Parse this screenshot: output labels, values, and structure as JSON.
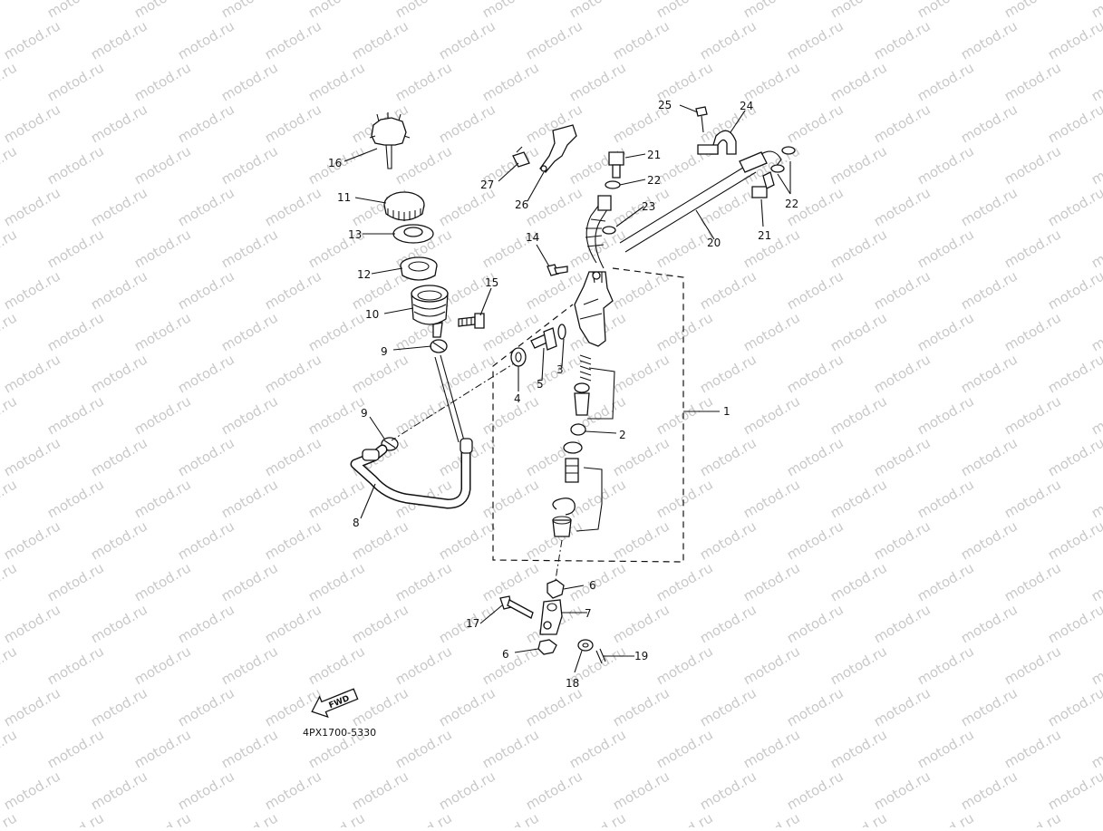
{
  "watermark": {
    "text": "motod.ru"
  },
  "diagram": {
    "code": "4PX1700-5330",
    "fwd_label": "FWD",
    "labels": {
      "p1": "1",
      "p2": "2",
      "p3": "3",
      "p4": "4",
      "p5": "5",
      "p6a": "6",
      "p6b": "6",
      "p7": "7",
      "p8": "8",
      "p9a": "9",
      "p9b": "9",
      "p10": "10",
      "p11": "11",
      "p12": "12",
      "p13": "13",
      "p14": "14",
      "p15": "15",
      "p16": "16",
      "p17": "17",
      "p18": "18",
      "p19": "19",
      "p20": "20",
      "p21a": "21",
      "p21b": "21",
      "p22a": "22",
      "p22b": "22",
      "p23": "23",
      "p24": "24",
      "p25": "25",
      "p26": "26",
      "p27": "27"
    }
  }
}
